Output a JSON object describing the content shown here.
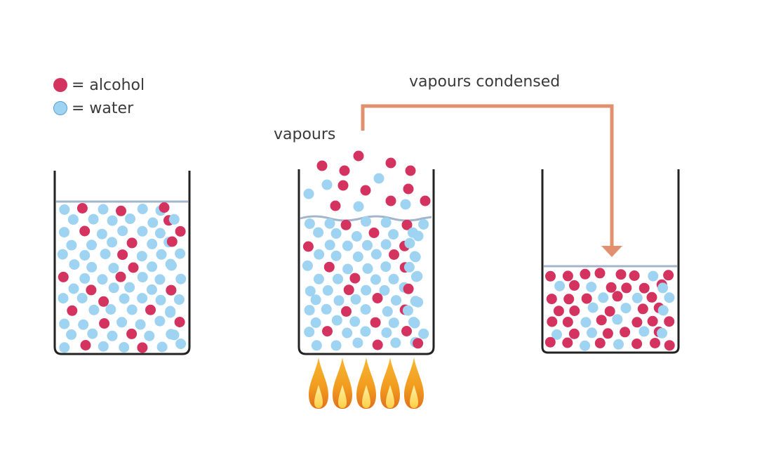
{
  "colors": {
    "alcohol": "#d4325f",
    "water": "#9ed3f2",
    "water_outline": "#5b9ed1",
    "beaker": "#222222",
    "liquid_line": "#a3b5cc",
    "arrow": "#e0906e",
    "flame_outer": "#f5a623",
    "flame_inner": "#ffd45c"
  },
  "legend": {
    "alcohol_label": "= alcohol",
    "water_label": "= water"
  },
  "labels": {
    "vapours": "vapours",
    "vapours_condensed": "vapours condensed"
  },
  "flames_count": 5
}
